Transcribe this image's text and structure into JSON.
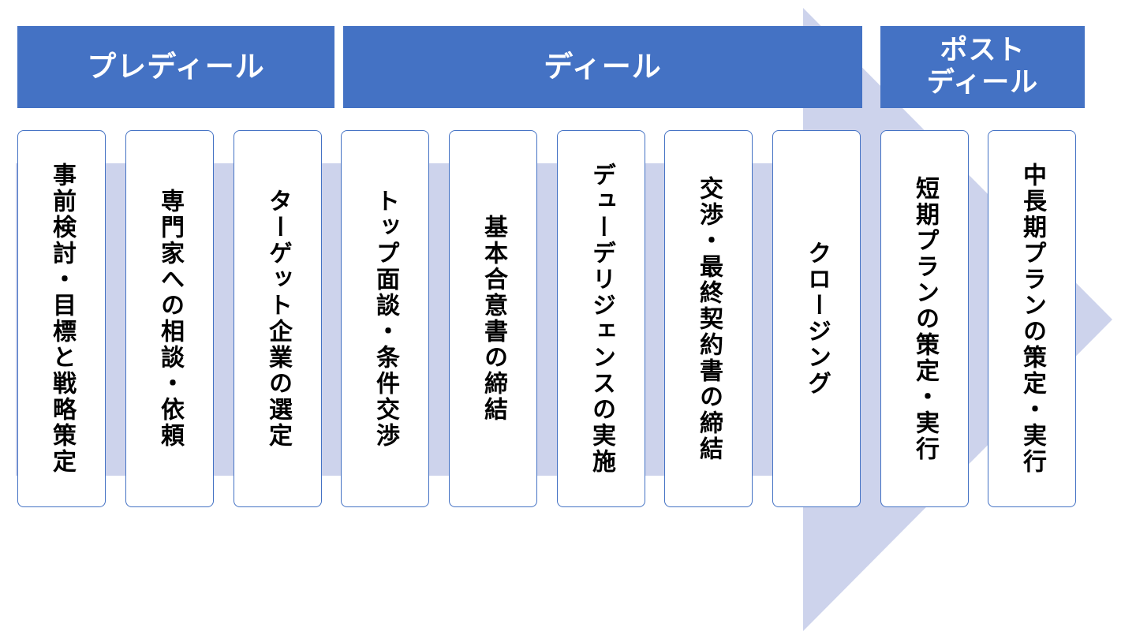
{
  "colors": {
    "phase_fill": "#4472C4",
    "phase_text": "#FFFFFF",
    "arrow_fill": "#CDD3EC",
    "step_border": "#4472C4",
    "step_text": "#000000"
  },
  "phases": [
    {
      "label": "プレディール"
    },
    {
      "label": "ディール"
    },
    {
      "label": "ポスト\nディール"
    }
  ],
  "steps": [
    {
      "label": "事前検討・目標と戦略策定"
    },
    {
      "label": "専門家への相談・依頼"
    },
    {
      "label": "ターゲット企業の選定"
    },
    {
      "label": "トップ面談・条件交渉"
    },
    {
      "label": "基本合意書の締結"
    },
    {
      "label": "デューデリジェンスの実施"
    },
    {
      "label": "交渉・最終契約書の締結"
    },
    {
      "label": "クロージング"
    },
    {
      "label": "短期プランの策定・実行"
    },
    {
      "label": "中長期プランの策定・実行"
    }
  ]
}
